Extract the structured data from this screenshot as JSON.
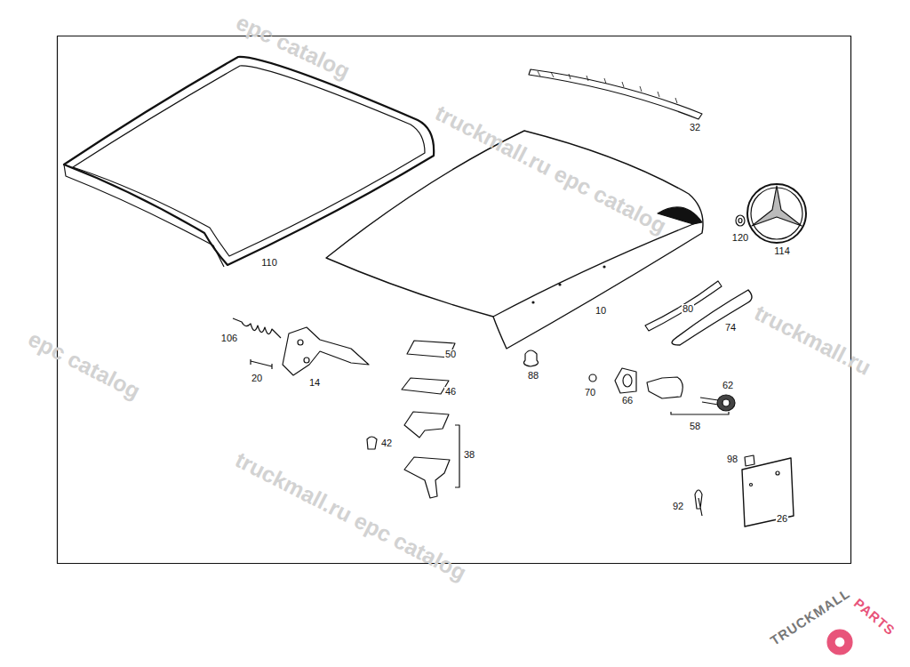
{
  "diagram": {
    "labels": [
      "epc catalog",
      "truckmall.ru epc catalog",
      "truckmall.ru",
      "epc catalog",
      "truckmall.ru epc catalog",
      "32",
      "110",
      "10",
      "120",
      "114",
      "80",
      "74",
      "106",
      "20",
      "14",
      "50",
      "46",
      "88",
      "70",
      "66",
      "62",
      "58",
      "38",
      "42",
      "98",
      "92",
      "26",
      "TRUCKMALL",
      "PARTS"
    ]
  }
}
